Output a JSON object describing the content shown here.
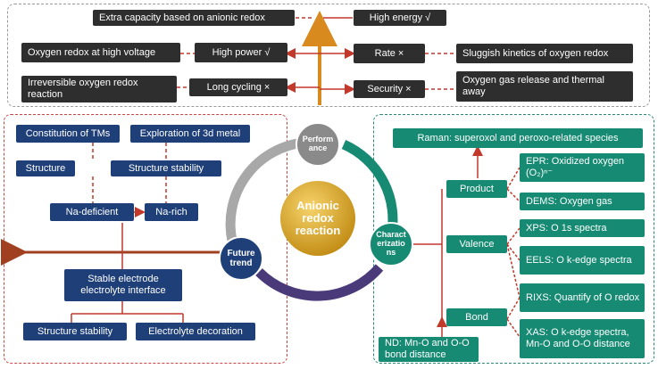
{
  "performance": {
    "extra_capacity": "Extra capacity based on anionic redox",
    "high_energy": "High energy √",
    "oxygen_redox_high_voltage": "Oxygen redox at high voltage",
    "high_power": "High power √",
    "rate": "Rate ×",
    "sluggish": "Sluggish kinetics of oxygen redox",
    "irreversible": "Irreversible oxygen redox reaction",
    "long_cycling": "Long cycling ×",
    "security": "Security ×",
    "oxygen_gas_release": "Oxygen gas release and thermal away"
  },
  "future": {
    "constitution": "Constitution of TMs",
    "exploration": "Exploration of 3d metal",
    "structure": "Structure",
    "structure_stability_top": "Structure stability",
    "na_deficient": "Na-deficient",
    "na_rich": "Na-rich",
    "stable_interface": "Stable electrode electrolyte interface",
    "structure_stability_bottom": "Structure stability",
    "electrolyte_decoration": "Electrolyte decoration"
  },
  "characterization": {
    "raman": "Raman: superoxol and peroxo-related species",
    "product": "Product",
    "epr": "EPR: Oxidized oxygen (O₂)ⁿ⁻",
    "dems": "DEMS: Oxygen gas",
    "valence": "Valence",
    "xps": "XPS: O 1s spectra",
    "eels": "EELS: O k-edge spectra",
    "rixs": "RIXS: Quantify of O redox",
    "bond": "Bond",
    "xas": "XAS: O k-edge spectra, Mn-O and O-O distance",
    "nd": "ND: Mn-O and O-O bond distance"
  },
  "center": {
    "title": "Anionic redox reaction",
    "performance_node": "Perform ance",
    "characterization_node": "Charact erizatio ns",
    "future_node": "Future trend"
  },
  "colors": {
    "dark_box": "#2e2e2e",
    "navy_box": "#1f3f78",
    "teal_box": "#168a72",
    "red_connector": "#c0392b",
    "orange_arrow": "#d98a1e",
    "gold_center": "#d9a520"
  }
}
